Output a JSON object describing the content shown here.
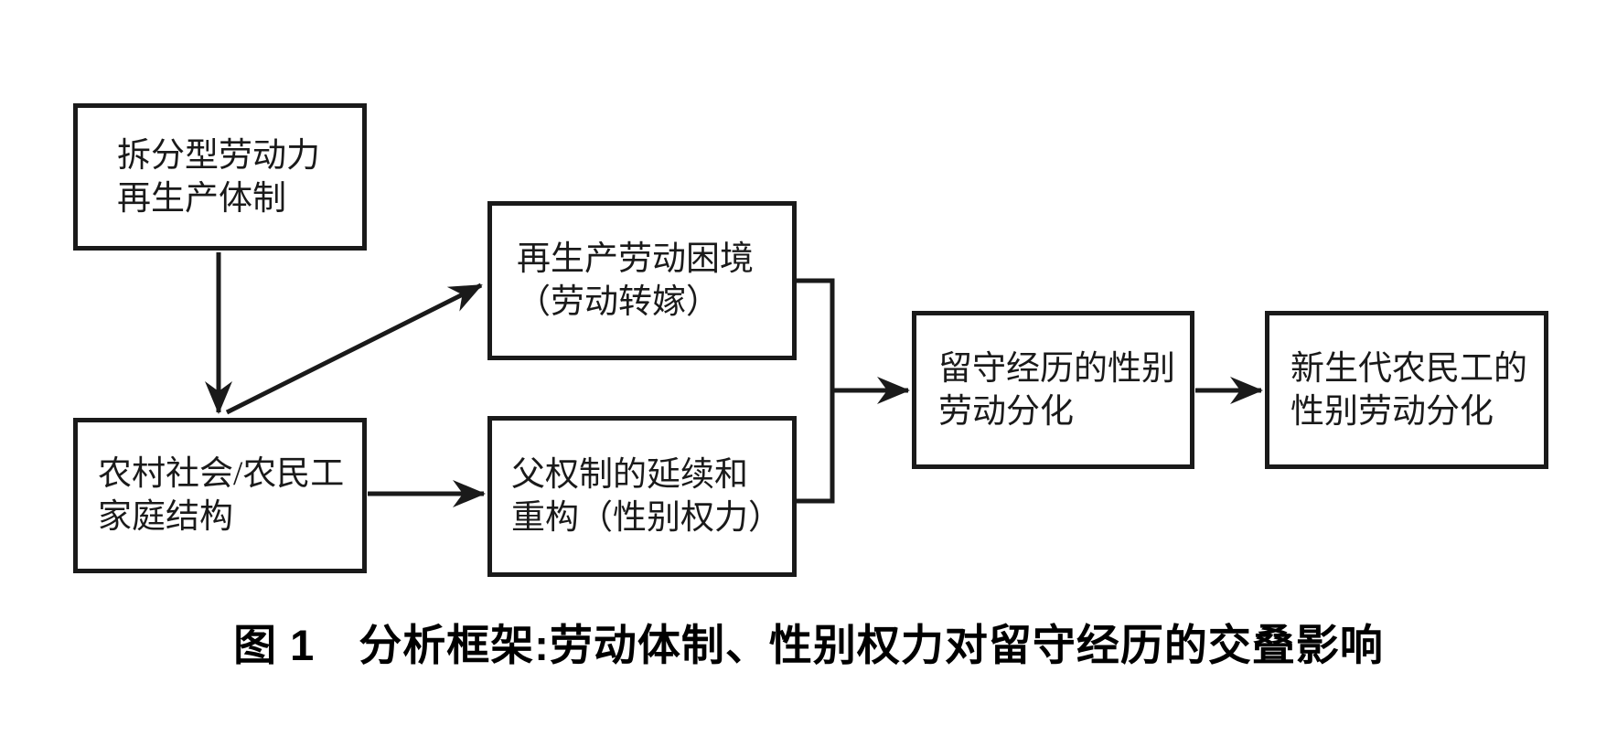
{
  "diagram": {
    "boxes": {
      "split_labor": {
        "line1": "拆分型劳动力",
        "line2": "再生产体制"
      },
      "rural_family": {
        "line1": "农村社会/农民工",
        "line2": "家庭结构"
      },
      "reproductive_dilemma": {
        "line1": "再生产劳动困境",
        "line2": "（劳动转嫁）"
      },
      "patriarchy": {
        "line1": "父权制的延续和",
        "line2": "重构（性别权力）"
      },
      "left_behind": {
        "line1": "留守经历的性别",
        "line2": "劳动分化"
      },
      "new_generation": {
        "line1": "新生代农民工的",
        "line2": "性别劳动分化"
      }
    },
    "arrows": [
      {
        "from": "split_labor",
        "to": "rural_family",
        "style": "straight-down"
      },
      {
        "from": "rural_family",
        "to": "reproductive_dilemma",
        "style": "diagonal-up"
      },
      {
        "from": "rural_family",
        "to": "patriarchy",
        "style": "straight-right"
      },
      {
        "from": "reproductive_dilemma + patriarchy",
        "to": "left_behind",
        "style": "merge-bracket"
      },
      {
        "from": "left_behind",
        "to": "new_generation",
        "style": "straight-right"
      }
    ],
    "caption": {
      "label": "图 1",
      "text": "分析框架:劳动体制、性别权力对留守经历的交叠影响"
    },
    "colors": {
      "line": "#1a1a1a",
      "background": "#ffffff",
      "caption_text": "#000000"
    }
  }
}
